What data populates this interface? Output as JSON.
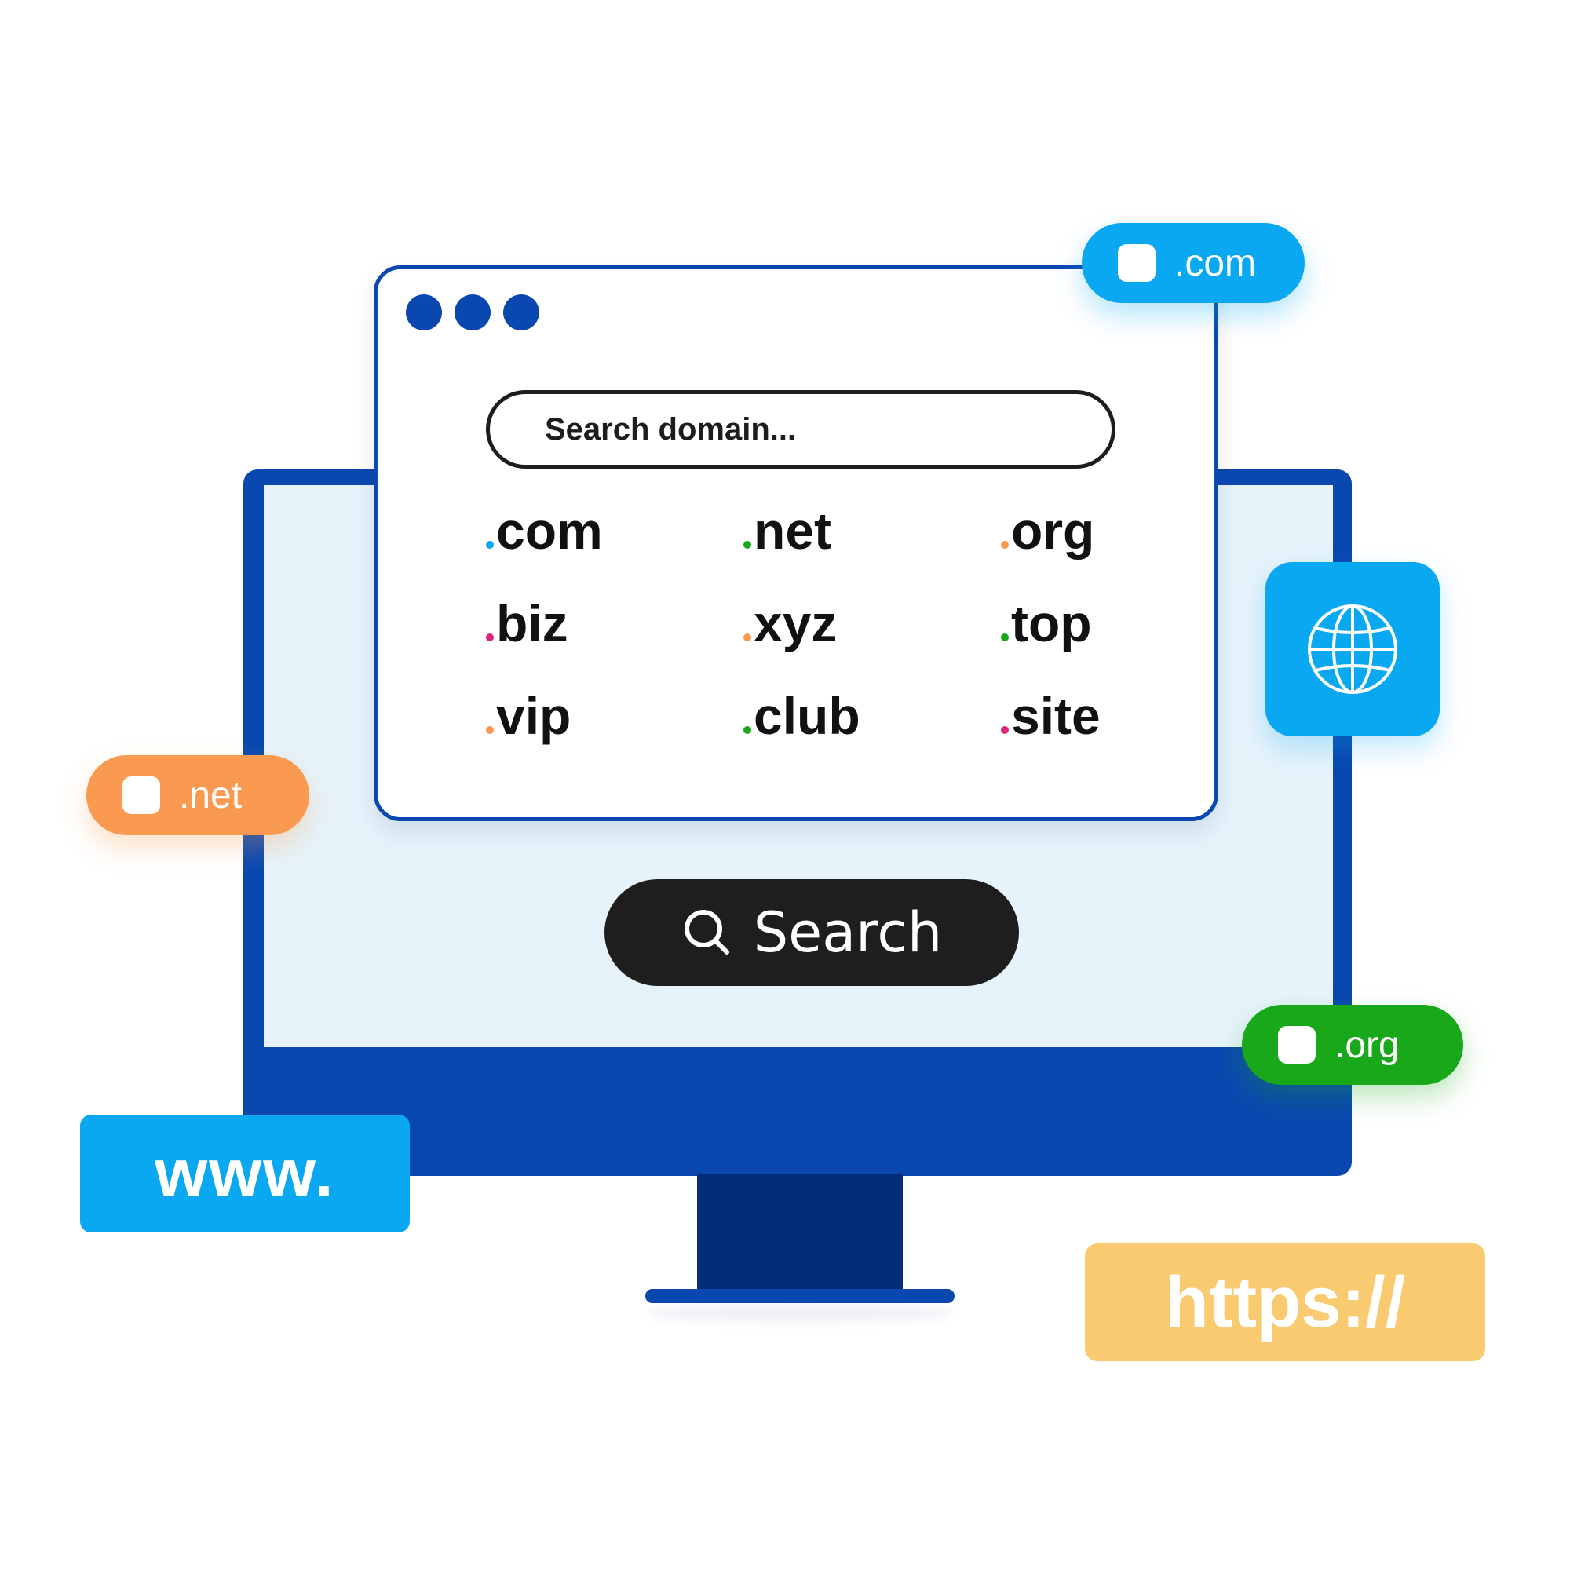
{
  "search": {
    "placeholder": "Search domain..."
  },
  "tlds": [
    {
      "label": "com",
      "dot_color": "#0aa8f0"
    },
    {
      "label": "net",
      "dot_color": "#18a81a"
    },
    {
      "label": "org",
      "dot_color": "#f99a50"
    },
    {
      "label": "biz",
      "dot_color": "#e0247a"
    },
    {
      "label": "xyz",
      "dot_color": "#f99a50"
    },
    {
      "label": "top",
      "dot_color": "#18a81a"
    },
    {
      "label": "vip",
      "dot_color": "#f99a50"
    },
    {
      "label": "club",
      "dot_color": "#18a81a"
    },
    {
      "label": "site",
      "dot_color": "#e0247a"
    }
  ],
  "search_button": {
    "label": "Search",
    "icon": "search-icon"
  },
  "pills": {
    "com": {
      "label": ".com",
      "color": "#0aa8f0"
    },
    "net": {
      "label": ".net",
      "color": "#f99a50"
    },
    "org": {
      "label": ".org",
      "color": "#18a81a"
    }
  },
  "globe": {
    "icon": "globe-icon",
    "color": "#0aa8f0"
  },
  "labels": {
    "www": "www.",
    "https": "https://"
  },
  "colors": {
    "monitor": "#0a48b0",
    "screen": "#e6f3fb",
    "stand": "#032d78",
    "button": "#1e1e1e"
  }
}
